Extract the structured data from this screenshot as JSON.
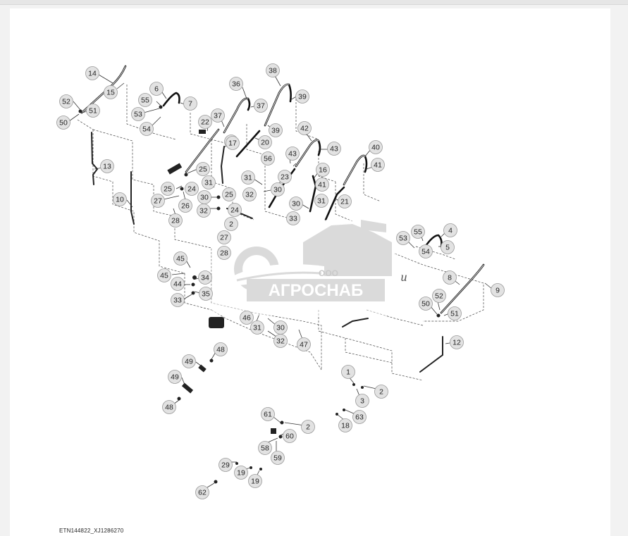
{
  "watermark": {
    "prefix": "ООО",
    "name": "АГРОСНАБ",
    "color": "#d9d9d9",
    "text_color": "#ffffff",
    "brand_color": "#c7c7c7"
  },
  "stray_letter": "u",
  "reference_code": "ETN144822_XJ1286270",
  "callouts": [
    "14",
    "15",
    "52",
    "51",
    "50",
    "6",
    "55",
    "7",
    "53",
    "54",
    "36",
    "37",
    "38",
    "39",
    "37",
    "22",
    "37",
    "39",
    "20",
    "17",
    "42",
    "43",
    "56",
    "43",
    "23",
    "16",
    "40",
    "41",
    "41",
    "21",
    "13",
    "25",
    "25",
    "24",
    "31",
    "30",
    "25",
    "32",
    "26",
    "27",
    "28",
    "32",
    "24",
    "10",
    "31",
    "30",
    "30",
    "31",
    "33",
    "27",
    "28",
    "2",
    "45",
    "45",
    "34",
    "44",
    "35",
    "33",
    "53",
    "55",
    "4",
    "54",
    "5",
    "8",
    "9",
    "52",
    "50",
    "51",
    "46",
    "31",
    "30",
    "32",
    "47",
    "12",
    "48",
    "49",
    "49",
    "48",
    "1",
    "2",
    "3",
    "18",
    "63",
    "61",
    "2",
    "60",
    "58",
    "59",
    "29",
    "19",
    "19",
    "62"
  ]
}
